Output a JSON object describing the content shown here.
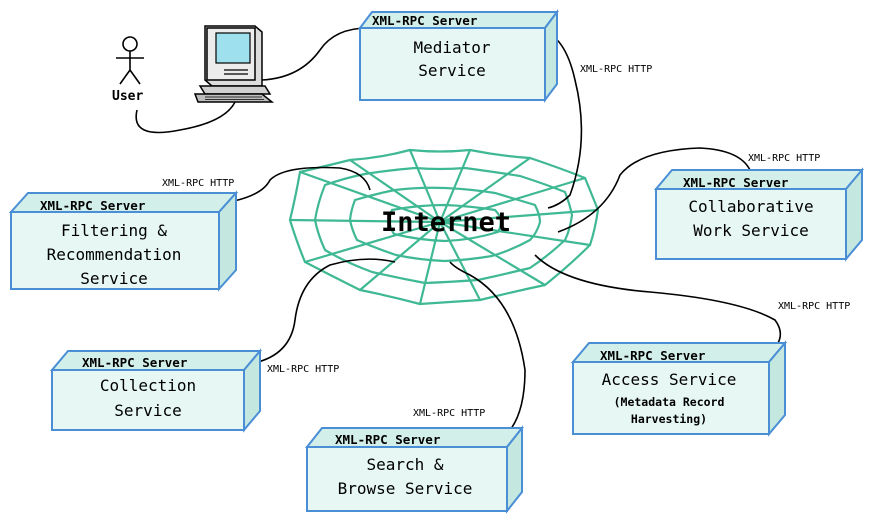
{
  "user_label": "User",
  "internet_label": "Internet",
  "protocol_label": "XML-RPC HTTP",
  "server_header": "XML-RPC Server",
  "services": {
    "mediator": [
      "Mediator",
      "Service"
    ],
    "collaborative": [
      "Collaborative",
      "Work Service"
    ],
    "filtering": [
      "Filtering &",
      "Recommendation",
      "Service"
    ],
    "collection": [
      "Collection",
      "Service"
    ],
    "search": [
      "Search &",
      "Browse Service"
    ],
    "access": [
      "Access Service"
    ],
    "access_sub": [
      "(Metadata Record",
      "Harvesting)"
    ]
  },
  "colors": {
    "box_fill": "#e6f7f4",
    "box_border": "#4a8fd6",
    "web": "#3fb894",
    "computer_screen": "#9fe0ee",
    "computer_body": "#dddddd"
  },
  "icons": [
    "user-stick-figure-icon",
    "desktop-computer-icon",
    "internet-web-icon"
  ]
}
